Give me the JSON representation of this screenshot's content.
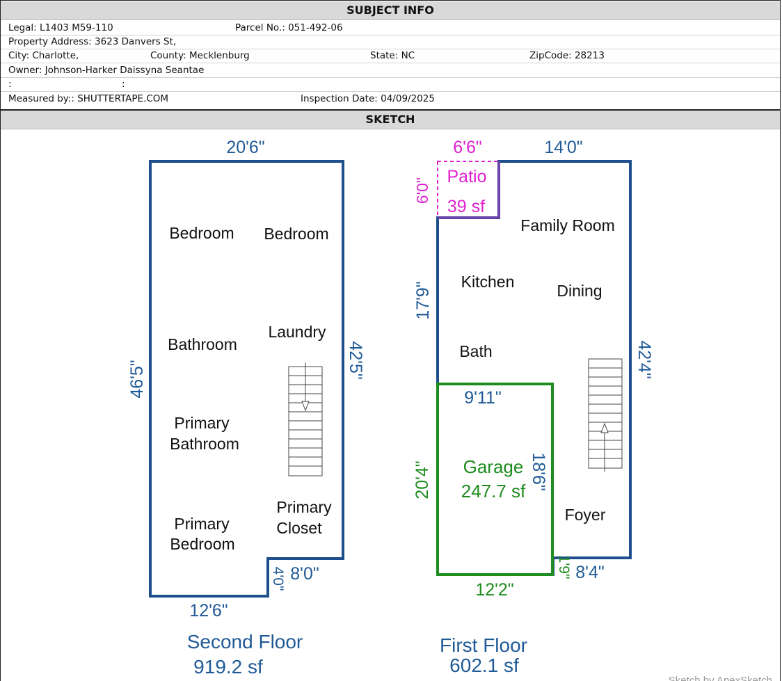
{
  "headers": {
    "subject": "SUBJECT INFO",
    "sketch": "SKETCH"
  },
  "subject": {
    "legal": "Legal: L1403 M59-110",
    "parcel": "Parcel No.: 051-492-06",
    "address": "Property Address: 3623 Danvers St,",
    "city": "City: Charlotte,",
    "county": "County: Mecklenburg",
    "state": "State: NC",
    "zip": "ZipCode: 28213",
    "owner": "Owner: Johnson-Harker Daissyna Seantae",
    "blank1": ":",
    "blank2": ":",
    "measured": "Measured by:: SHUTTERTAPE.COM",
    "inspection": "Inspection Date: 04/09/2025"
  },
  "colors": {
    "wall": "#1f4e8c",
    "garage": "#1e8c1e",
    "patio": "#e020d0",
    "dim": "#1f5a96"
  },
  "second_floor": {
    "dims": {
      "top": "20'6\"",
      "left": "46'5\"",
      "right": "42'5\"",
      "bottom": "12'6\"",
      "notch_h": "8'0\"",
      "notch_v": "4'0\""
    },
    "rooms": {
      "bedroom1": "Bedroom",
      "bedroom2": "Bedroom",
      "bathroom": "Bathroom",
      "laundry": "Laundry",
      "primary_bath_1": "Primary",
      "primary_bath_2": "Bathroom",
      "primary_bed_1": "Primary",
      "primary_bed_2": "Bedroom",
      "closet_1": "Primary",
      "closet_2": "Closet"
    },
    "name": "Second Floor",
    "area": "919.2 sf"
  },
  "first_floor": {
    "dims": {
      "patio_w": "6'6\"",
      "top": "14'0\"",
      "patio_h": "6'0\"",
      "left": "17'9\"",
      "right": "42'4\"",
      "garage_top": "9'11\"",
      "garage_left": "20'4\"",
      "garage_right": "18'6\"",
      "garage_bottom": "12'2\"",
      "step_v": "1'9\"",
      "step_h": "8'4\""
    },
    "rooms": {
      "family": "Family Room",
      "kitchen": "Kitchen",
      "dining": "Dining",
      "bath": "Bath",
      "foyer": "Foyer"
    },
    "patio": {
      "name": "Patio",
      "area": "39 sf"
    },
    "garage": {
      "name": "Garage",
      "area": "247.7 sf"
    },
    "name": "First Floor",
    "area": "602.1 sf"
  },
  "watermark": "Sketch by ApexSketch"
}
